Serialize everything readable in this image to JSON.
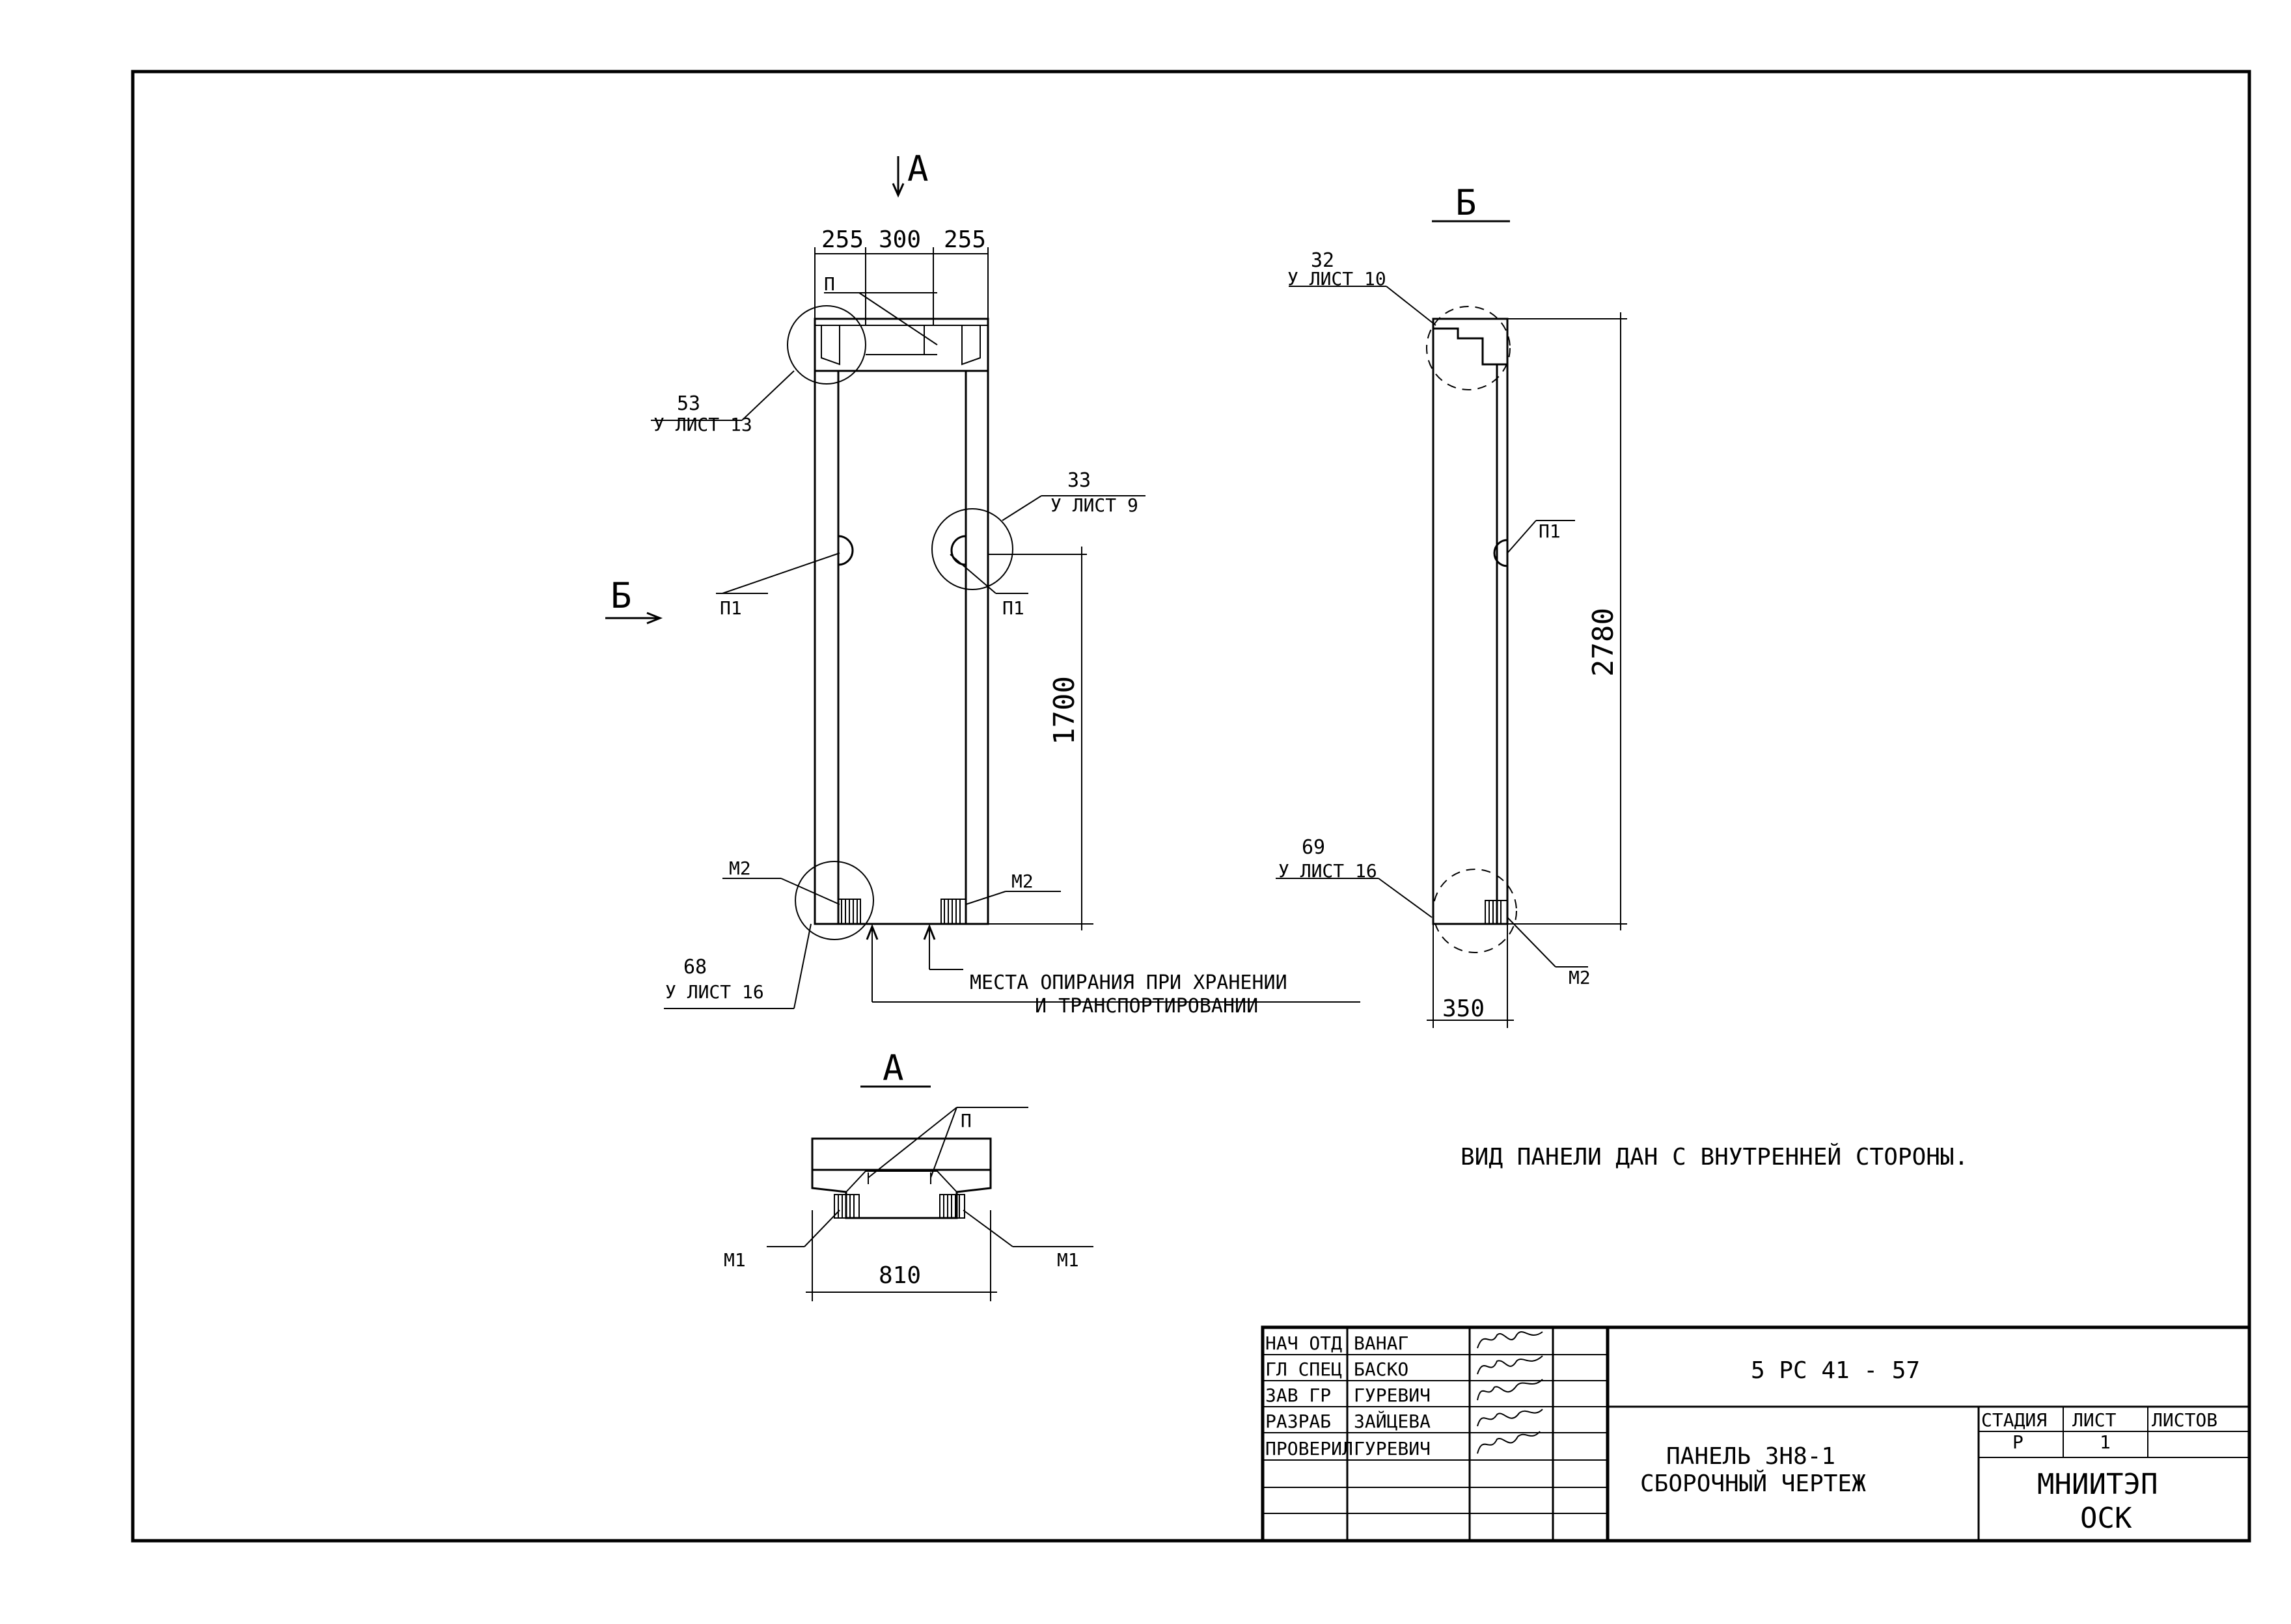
{
  "view_a_marker": "A",
  "view_b_marker": "Б",
  "view_a_title": "A",
  "view_b_title": "Б",
  "dims": {
    "top_left": "255",
    "top_mid": "300",
    "top_right": "255",
    "height_1700": "1700",
    "height_2780": "2780",
    "width_350": "350",
    "width_810": "810"
  },
  "callouts": {
    "c53_num": "53",
    "c53_ref": "У ЛИСТ 13",
    "c33_num": "33",
    "c33_ref": "У ЛИСТ 9",
    "c32_num": "32",
    "c32_ref": "У ЛИСТ 10",
    "c68_num": "68",
    "c68_ref": "У ЛИСТ 16",
    "c69_num": "69",
    "c69_ref": "У ЛИСТ 16"
  },
  "labels": {
    "p": "П",
    "p1": "П1",
    "m1": "М1",
    "m2": "М2"
  },
  "support_note_line1": "МЕСТА ОПИРАНИЯ ПРИ ХРАНЕНИИ",
  "support_note_line2": "И ТРАНСПОРТИРОВАНИИ",
  "panel_view_note": "ВИД ПАНЕЛИ ДАН С ВНУТРЕННЕЙ СТОРОНЫ.",
  "title_block": {
    "roles": [
      "НАЧ ОТД",
      "ГЛ СПЕЦ",
      "ЗАВ ГР",
      "РАЗРАБ",
      "ПРОВЕРИЛ"
    ],
    "names": [
      "ВАНАГ",
      "БАСКО",
      "ГУРЕВИЧ",
      "ЗАЙЦЕВА",
      "ГУРЕВИЧ"
    ],
    "code": "5 РС 41 - 57",
    "title_line1": "ПАНЕЛЬ ЗН8-1",
    "title_line2": "СБОРОЧНЫЙ ЧЕРТЕЖ",
    "stage_label": "СТАДИЯ",
    "sheet_label": "ЛИСТ",
    "sheets_label": "ЛИСТОВ",
    "stage_value": "Р",
    "sheet_value": "1",
    "org_line1": "МНИИТЭП",
    "org_line2": "ОСК"
  }
}
